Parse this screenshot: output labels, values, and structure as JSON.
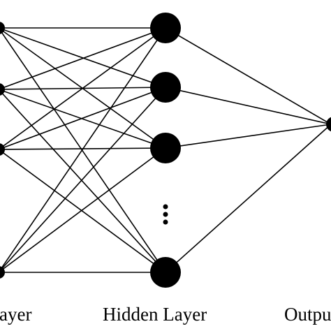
{
  "colors": {
    "node": "#000000",
    "edge": "#000000",
    "background": "#ffffff"
  },
  "layers": {
    "input": {
      "label": "ayer",
      "node_count": 4
    },
    "hidden": {
      "label": "Hidden Layer",
      "node_count": 5,
      "ellipsis": "⋮"
    },
    "output": {
      "label": "Outpu",
      "node_count": 1
    }
  }
}
